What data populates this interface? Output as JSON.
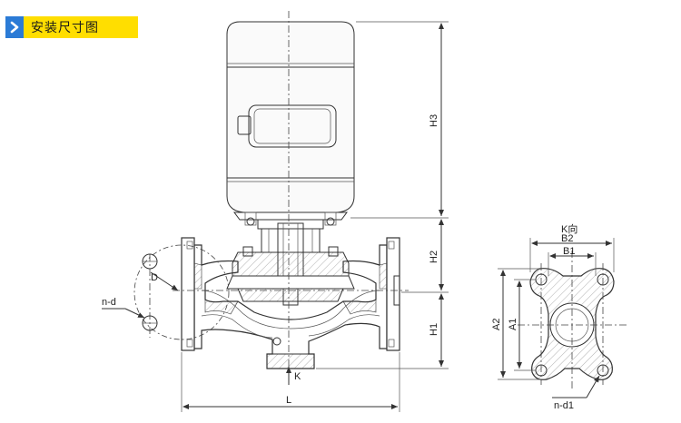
{
  "header": {
    "title": "安装尺寸图",
    "icon": "chevron-right-icon",
    "accent": "#ffde00",
    "icon_bg": "#2b7bd6"
  },
  "front_view": {
    "dim_L": "L",
    "dim_H1": "H1",
    "dim_H2": "H2",
    "dim_H3": "H3",
    "dim_D": "D",
    "dim_n_d": "n-d",
    "arrow_K": "K"
  },
  "k_view": {
    "title": "K向",
    "dim_B2": "B2",
    "dim_B1": "B1",
    "dim_A2": "A2",
    "dim_A1": "A1",
    "dim_n_d1": "n-d1"
  }
}
